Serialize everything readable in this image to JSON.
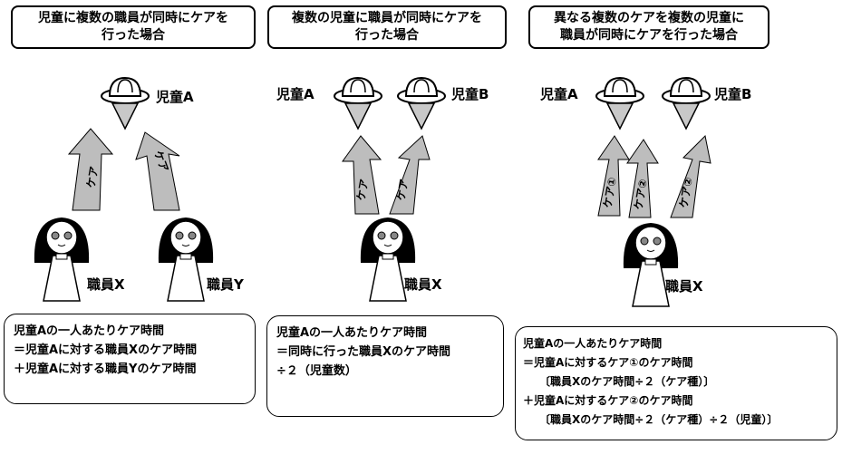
{
  "panels": [
    {
      "title": [
        "児童に複数の職員が同時にケアを",
        "行った場合"
      ],
      "children": [
        "児童A"
      ],
      "staff": [
        "職員X",
        "職員Y"
      ],
      "arrows": [
        "ケア",
        "ケア"
      ],
      "formula": [
        "児童Aの一人あたりケア時間",
        "＝児童Aに対する職員Xのケア時間",
        "＋児童Aに対する職員Yのケア時間"
      ]
    },
    {
      "title": [
        "複数の児童に職員が同時にケアを",
        "行った場合"
      ],
      "children": [
        "児童A",
        "児童B"
      ],
      "staff": [
        "職員X"
      ],
      "arrows": [
        "ケア",
        "ケア"
      ],
      "formula": [
        "児童Aの一人あたりケア時間",
        "＝同時に行った職員Xのケア時間",
        "÷２（児童数）"
      ]
    },
    {
      "title": [
        "異なる複数のケアを複数の児童に",
        "職員が同時にケアを行った場合"
      ],
      "children": [
        "児童A",
        "児童B"
      ],
      "staff": [
        "職員X"
      ],
      "arrows": [
        "ケア①",
        "ケア②",
        "ケア②"
      ],
      "formula": [
        "児童Aの一人あたりケア時間",
        "＝児童Aに対するケア①のケア時間",
        "〔職員Xのケア時間÷２（ケア種）〕",
        "＋児童Aに対するケア②のケア時間",
        "〔職員Xのケア時間÷２（ケア種）÷２（児童）〕"
      ]
    }
  ]
}
